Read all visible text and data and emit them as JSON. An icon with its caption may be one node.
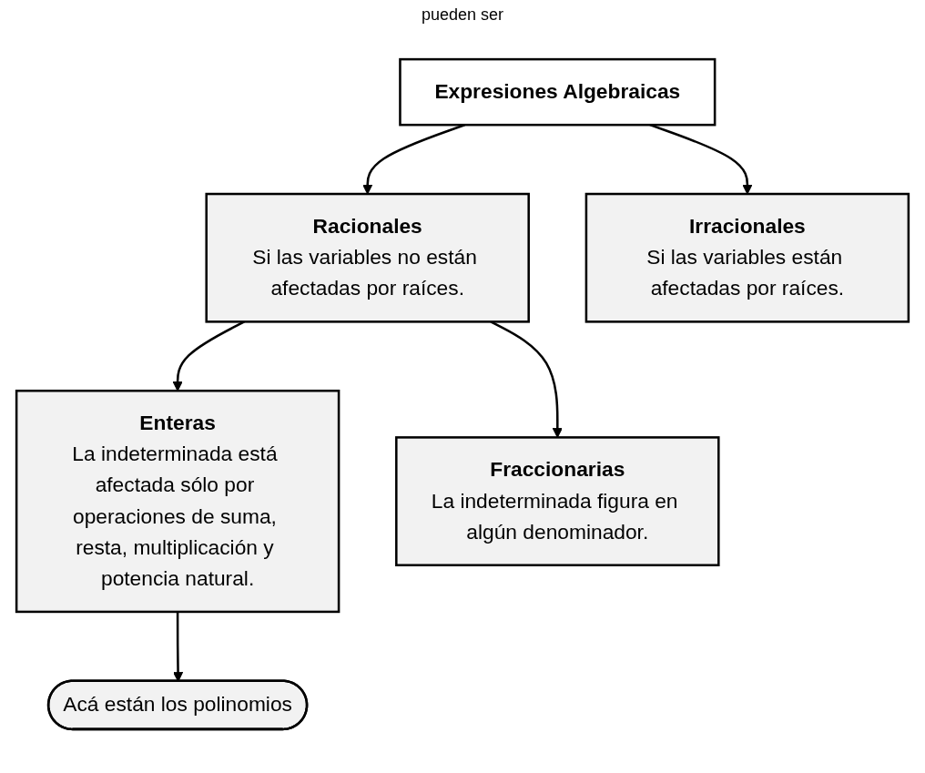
{
  "diagram": {
    "nodes": [
      {
        "text": [
          "Expresiones Algebraicas"
        ]
      },
      {
        "text": [
          "Racionales",
          "Si las variables no están afectadas por raíces."
        ]
      },
      {
        "text": [
          "Irracionales",
          "Si las variables están afectadas por raíces."
        ]
      },
      {
        "text": [
          "Enteras",
          "La indeterminada está afectada sólo por operaciones de suma, resta, multiplicación y potencia natural."
        ]
      },
      {
        "text": [
          "Fraccionarias",
          "La indeterminada figura en algún denominador."
        ]
      },
      {
        "text": [
          "Acá están los polinomios"
        ]
      }
    ],
    "edges": [
      {
        "from": 0,
        "to": 1,
        "arrow": "to"
      },
      {
        "from": 0,
        "to": 2,
        "arrow": "to"
      },
      {
        "from": 1,
        "to": 3,
        "arrow": "to"
      },
      {
        "from": 1,
        "to": 4,
        "arrow": "to"
      },
      {
        "from": 3,
        "to": 5,
        "arrow": "to"
      }
    ],
    "labels": [
      "pueden ser"
    ]
  }
}
